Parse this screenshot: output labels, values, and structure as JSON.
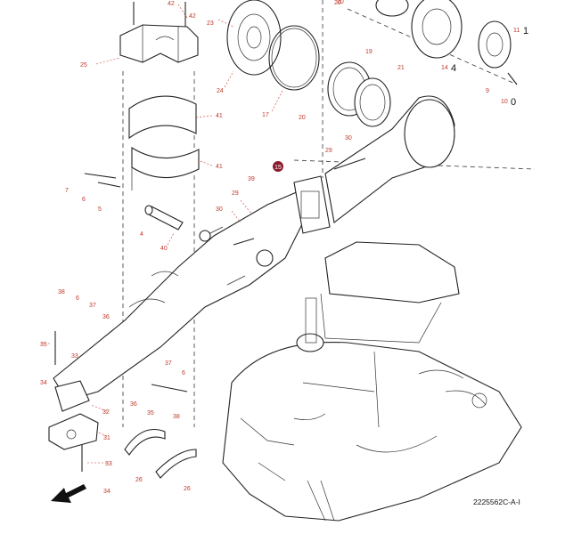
{
  "callouts": [
    {
      "id": "c42",
      "label": "42"
    },
    {
      "id": "c42b",
      "label": "42"
    },
    {
      "id": "c23",
      "label": "23"
    },
    {
      "id": "c24",
      "label": "24"
    },
    {
      "id": "c25",
      "label": "25"
    },
    {
      "id": "c41a",
      "label": "41"
    },
    {
      "id": "c41b",
      "label": "41"
    },
    {
      "id": "c17",
      "label": "17"
    },
    {
      "id": "c19",
      "label": "19"
    },
    {
      "id": "c21",
      "label": "21"
    },
    {
      "id": "c20a",
      "label": "20"
    },
    {
      "id": "c20b",
      "label": "20"
    },
    {
      "id": "c14",
      "label": "14"
    },
    {
      "id": "c11",
      "label": "11"
    },
    {
      "id": "c9",
      "label": "9"
    },
    {
      "id": "c10",
      "label": "10"
    },
    {
      "id": "c30a",
      "label": "30"
    },
    {
      "id": "c29a",
      "label": "29"
    },
    {
      "id": "c7",
      "label": "7"
    },
    {
      "id": "c6a",
      "label": "6"
    },
    {
      "id": "c5",
      "label": "5"
    },
    {
      "id": "c39",
      "label": "39"
    },
    {
      "id": "c29b",
      "label": "29"
    },
    {
      "id": "c30b",
      "label": "30"
    },
    {
      "id": "c4",
      "label": "4"
    },
    {
      "id": "c40",
      "label": "40"
    },
    {
      "id": "c38a",
      "label": "38"
    },
    {
      "id": "c6b",
      "label": "6"
    },
    {
      "id": "c37a",
      "label": "37"
    },
    {
      "id": "c36a",
      "label": "36"
    },
    {
      "id": "c35a",
      "label": "35"
    },
    {
      "id": "c33a",
      "label": "33"
    },
    {
      "id": "c34a",
      "label": "34"
    },
    {
      "id": "c37b",
      "label": "37"
    },
    {
      "id": "c6c",
      "label": "6"
    },
    {
      "id": "c36b",
      "label": "36"
    },
    {
      "id": "c35b",
      "label": "35"
    },
    {
      "id": "c38b",
      "label": "38"
    },
    {
      "id": "c32",
      "label": "32"
    },
    {
      "id": "c31",
      "label": "31"
    },
    {
      "id": "c33b",
      "label": "33"
    },
    {
      "id": "c34b",
      "label": "34"
    },
    {
      "id": "c26a",
      "label": "26"
    },
    {
      "id": "c26b",
      "label": "26"
    },
    {
      "id": "c20c",
      "label": "20"
    }
  ],
  "qty_marks": {
    "q1": "1",
    "q4": "4",
    "q0": "0"
  },
  "badge": "15",
  "figure_code": "2225562C-A-I"
}
